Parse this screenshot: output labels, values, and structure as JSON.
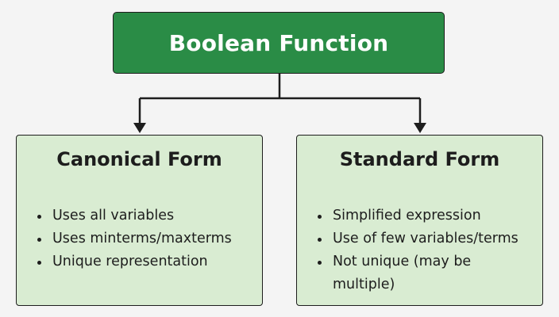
{
  "root": {
    "title": "Boolean Function",
    "fill_color": "#2a8c46"
  },
  "children": [
    {
      "title": "Canonical Form",
      "fill_color": "#d9ecd2",
      "items": [
        "Uses all variables",
        "Uses minterms/maxterms",
        "Unique representation"
      ]
    },
    {
      "title": "Standard Form",
      "fill_color": "#d9ecd2",
      "items": [
        "Simplified expression",
        "Use of few variables/terms",
        "Not unique (may be multiple)"
      ]
    }
  ]
}
